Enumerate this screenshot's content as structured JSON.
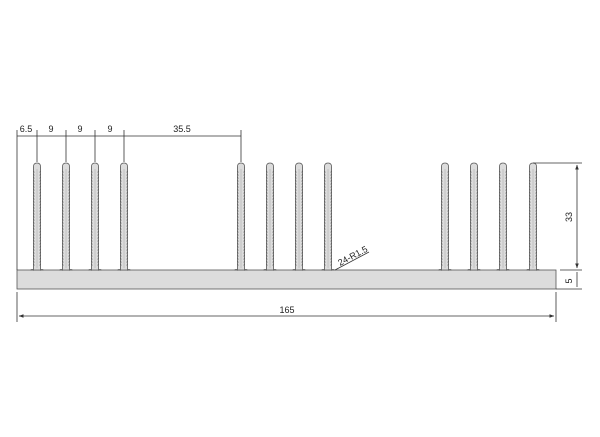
{
  "drawing": {
    "pitch_dimensions": [
      "6.5",
      "9",
      "9",
      "9",
      "35.5"
    ],
    "fin_height_label": "33",
    "base_thickness_label": "5",
    "total_width_label": "165",
    "root_radius_label": "24-R1.5",
    "fin_groups": [
      4,
      4,
      4
    ]
  },
  "colors": {
    "profile_fill": "#dcdcdc",
    "profile_stroke": "#555555",
    "dimension_line": "#333333",
    "text": "#222222",
    "background": "#ffffff"
  }
}
